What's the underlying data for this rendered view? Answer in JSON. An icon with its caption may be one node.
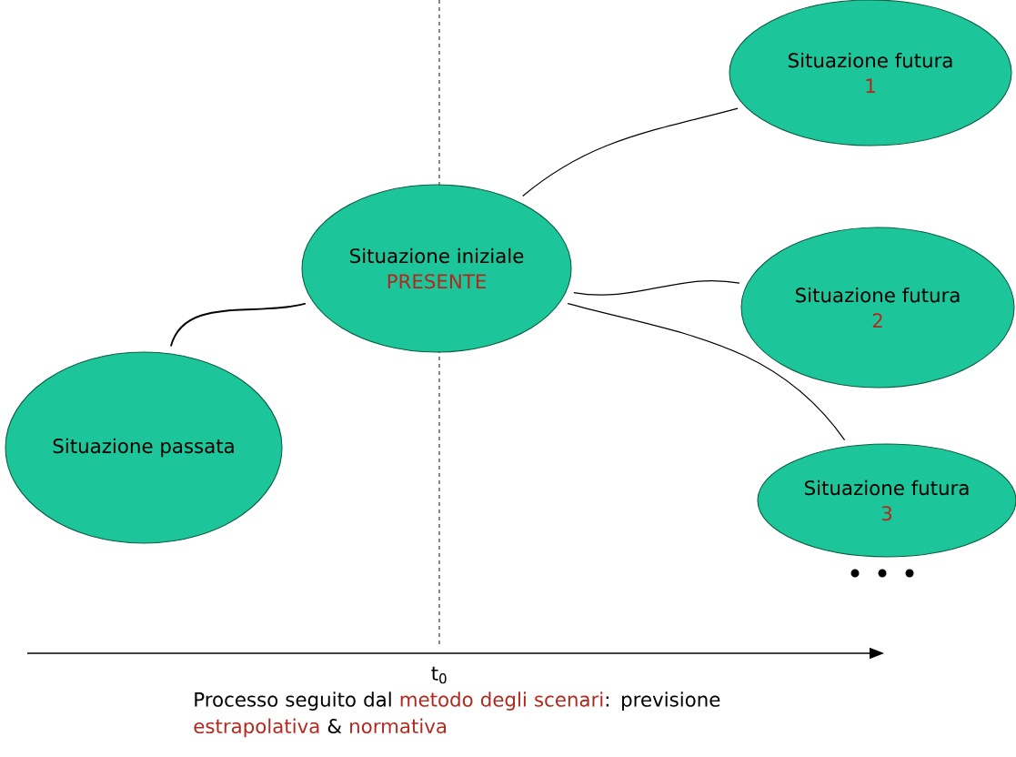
{
  "diagram": {
    "nodes": [
      {
        "text": [
          "Situazione futura",
          "1"
        ]
      },
      {
        "text": [
          "Situazione iniziale",
          "PRESENTE"
        ]
      },
      {
        "text": [
          "Situazione futura",
          "2"
        ]
      },
      {
        "text": [
          "Situazione passata"
        ]
      },
      {
        "text": [
          "Situazione futura",
          "3"
        ]
      }
    ],
    "edges": [
      {
        "from": 1,
        "to": 0,
        "arrow": "none"
      },
      {
        "from": 1,
        "to": 2,
        "arrow": "none"
      },
      {
        "from": 3,
        "to": 1,
        "arrow": "none"
      },
      {
        "from": 1,
        "to": 4,
        "arrow": "none"
      }
    ],
    "labels": [
      "t$_{0}$",
      "Processo seguito dal",
      "metodo degli scenari",
      ": previsione",
      "estrapolativa",
      "&",
      "normativa"
    ]
  }
}
